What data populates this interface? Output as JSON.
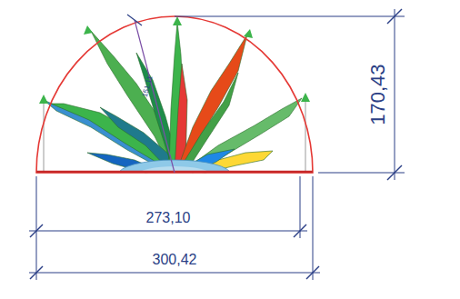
{
  "diagram": {
    "labels": [
      "170,43",
      "273,10",
      "300,42",
      "151,11"
    ]
  }
}
